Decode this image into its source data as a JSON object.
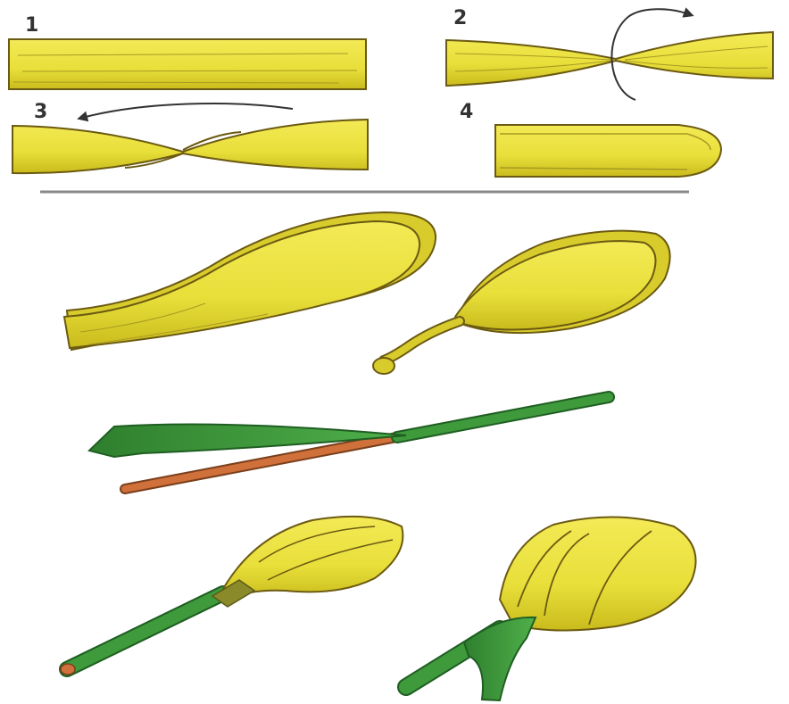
{
  "steps": [
    {
      "number": "1"
    },
    {
      "number": "2"
    },
    {
      "number": "3"
    },
    {
      "number": "4"
    }
  ],
  "colors": {
    "petal_fill": "#e8df3a",
    "petal_shadow": "#c9bb1c",
    "petal_outline": "#6b5a12",
    "leaf_green": "#3f9a3c",
    "leaf_dark": "#1f5e22",
    "stick_orange": "#d0703a",
    "divider": "#888888",
    "arrow": "#333333"
  },
  "icons": [
    "rotate-arrow-icon",
    "twist-arrow-icon"
  ]
}
